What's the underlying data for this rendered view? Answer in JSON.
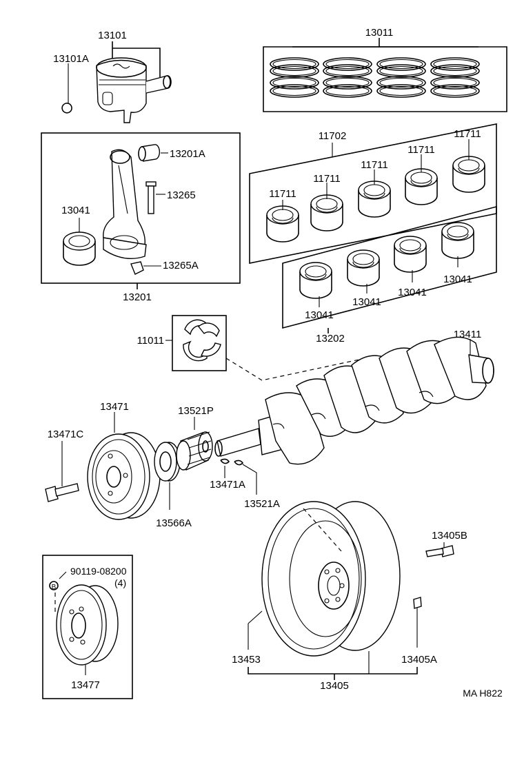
{
  "labels": {
    "p13101": "13101",
    "p13101A": "13101A",
    "p13011": "13011",
    "p13201A": "13201A",
    "p13265": "13265",
    "p13041_rod": "13041",
    "p13265A": "13265A",
    "p13201": "13201",
    "p11702": "11702",
    "p11711_a": "11711",
    "p11711_b": "11711",
    "p11711_c": "11711",
    "p11711_d": "11711",
    "p11711_e": "11711",
    "p13041_a": "13041",
    "p13041_b": "13041",
    "p13041_c": "13041",
    "p13041_d": "13041",
    "p13202": "13202",
    "p11011": "11011",
    "p13411": "13411",
    "p13471": "13471",
    "p13521P": "13521P",
    "p13471C": "13471C",
    "p13471A": "13471A",
    "p13521A": "13521A",
    "p13566A": "13566A",
    "p13405B": "13405B",
    "p90119": "90119-08200",
    "p90119_qty": "(4)",
    "b_marker": "B",
    "p13477": "13477",
    "p13453": "13453",
    "p13405A": "13405A",
    "p13405": "13405",
    "drawing_code": "MA H822"
  }
}
